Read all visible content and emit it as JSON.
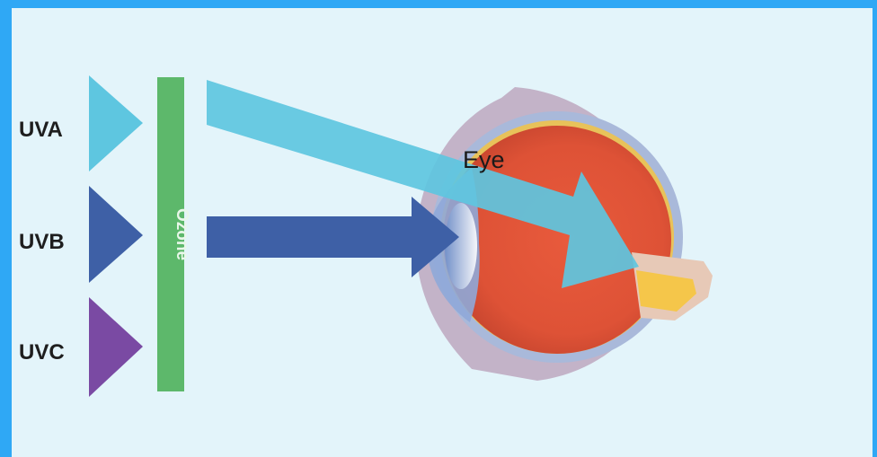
{
  "uv_rays": [
    {
      "label": "UVA",
      "color": "#5ec6e0"
    },
    {
      "label": "UVB",
      "color": "#3e60a6"
    },
    {
      "label": "UVC",
      "color": "#7a4aa3"
    }
  ],
  "ozone": {
    "label": "Ozone",
    "color": "#5db86b"
  },
  "eye": {
    "label": "Eye"
  },
  "colors": {
    "background": "#e3f4fa",
    "border": "#2fa8f5",
    "eyeball": "#e0553a",
    "sclera_ring": "#a9b9da",
    "retina_ring": "#e8c25a",
    "optic_nerve": "#f5c64a"
  }
}
